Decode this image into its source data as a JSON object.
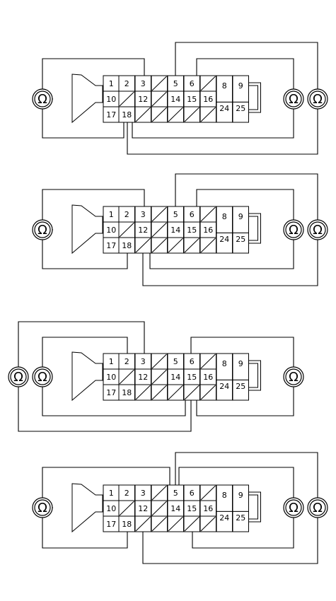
{
  "connector": {
    "rows": [
      [
        "1",
        "2",
        "3",
        "",
        "5",
        "6",
        "",
        "8",
        "9"
      ],
      [
        "10",
        "",
        "12",
        "",
        "14",
        "15",
        "16",
        "",
        ""
      ],
      [
        "17",
        "18",
        "",
        "",
        "",
        "",
        "",
        "24",
        "25"
      ]
    ]
  },
  "meter_symbol": "Ω",
  "panels": [
    {
      "meter_left": "Ω",
      "meter_right_a": "Ω",
      "meter_right_b": "Ω"
    },
    {
      "meter_left": "Ω",
      "meter_right_a": "Ω",
      "meter_right_b": "Ω"
    },
    {
      "meter_left_a": "Ω",
      "meter_left_b": "Ω",
      "meter_right": "Ω"
    },
    {
      "meter_left": "Ω",
      "meter_right_a": "Ω",
      "meter_right_b": "Ω"
    }
  ]
}
